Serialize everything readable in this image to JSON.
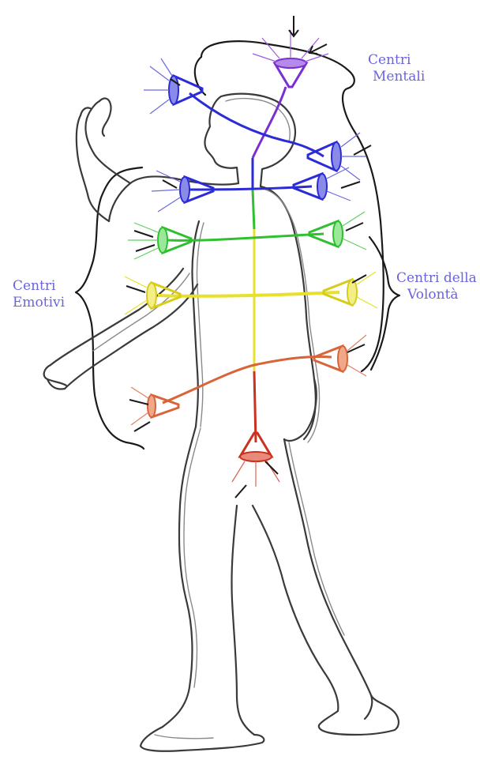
{
  "labels": {
    "mental": [
      "Centri",
      "Mentali"
    ],
    "emotional": [
      "Centri",
      "Emotivi"
    ],
    "will": [
      "Centri della",
      "Volontà"
    ]
  },
  "colors": {
    "mental": "#7a2fd0",
    "upper": "#2b2bd8",
    "green": "#2fc02f",
    "yellow": "#e8e02a",
    "orange": "#d8643a",
    "red": "#c8321e",
    "label": "#6a63e0",
    "outline": "#3a3a3a"
  }
}
